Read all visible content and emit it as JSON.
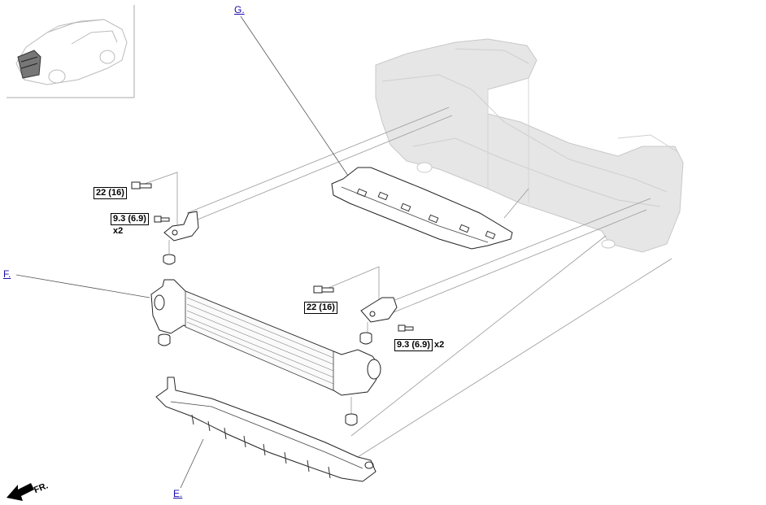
{
  "callouts": {
    "g": "G.",
    "f": "F.",
    "e": "E."
  },
  "torque_specs": {
    "upper_left_bolt": "22 (16)",
    "left_bracket_bolt": "9.3 (6.9)",
    "left_bracket_qty": "x2",
    "right_bracket_upper_bolt": "22 (16)",
    "right_bracket_bolt": "9.3 (6.9)",
    "right_bracket_qty": "x2"
  },
  "direction": {
    "label": "FR."
  },
  "colors": {
    "link": "#1a0dab",
    "line": "#000000",
    "frame_fill": "#e6e6e6",
    "frame_stroke": "#c8c8c8",
    "leader": "#999999"
  }
}
